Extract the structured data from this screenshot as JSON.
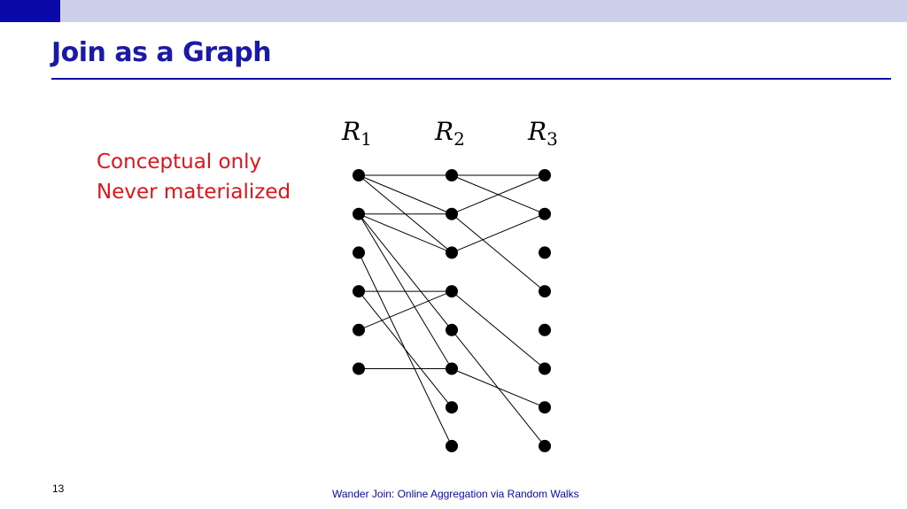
{
  "slide": {
    "title": "Join as a Graph",
    "notes": [
      "Conceptual only",
      "Never materialized"
    ],
    "page_number": "13",
    "footer": "Wander Join: Online Aggregation via Random Walks"
  },
  "colors": {
    "accent_dark": "#0a0aa8",
    "accent_light": "#cdd0ea",
    "title": "#1a1aa6",
    "note": "#e0141a",
    "node": "#000000",
    "edge": "#000000"
  },
  "graph": {
    "columns": [
      {
        "letter": "R",
        "sub": "1",
        "node_count": 6
      },
      {
        "letter": "R",
        "sub": "2",
        "node_count": 8
      },
      {
        "letter": "R",
        "sub": "3",
        "node_count": 8
      }
    ],
    "edges_r1_r2": [
      [
        0,
        0
      ],
      [
        0,
        1
      ],
      [
        0,
        2
      ],
      [
        1,
        1
      ],
      [
        1,
        2
      ],
      [
        1,
        4
      ],
      [
        1,
        5
      ],
      [
        2,
        7
      ],
      [
        3,
        3
      ],
      [
        3,
        6
      ],
      [
        4,
        3
      ],
      [
        5,
        5
      ]
    ],
    "edges_r2_r3": [
      [
        0,
        0
      ],
      [
        0,
        1
      ],
      [
        1,
        0
      ],
      [
        1,
        3
      ],
      [
        2,
        1
      ],
      [
        3,
        5
      ],
      [
        4,
        7
      ],
      [
        5,
        6
      ]
    ]
  }
}
